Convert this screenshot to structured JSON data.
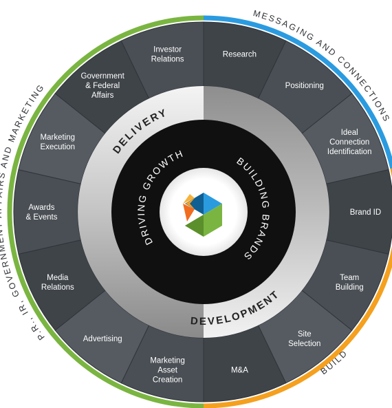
{
  "outer_labels": {
    "left": "P.R., IR, GOVERNMENT AFFAIRS AND MARKETING",
    "top_right": "MESSAGING AND CONNECTIONS",
    "bottom_right": "BUILD"
  },
  "ring_labels": {
    "delivery": "DELIVERY",
    "development": "DEVELOPMENT"
  },
  "core_labels": {
    "left": "DRIVING GROWTH",
    "right": "BUILDING BRANDS"
  },
  "colors": {
    "green": "#7ab541",
    "blue": "#2b9be0",
    "orange": "#f5a01e",
    "segment_dark": "#3f4449",
    "segment_mid": "#4a4f55",
    "segment_light": "#555b61",
    "core": "#101010"
  },
  "segments": [
    {
      "lines": [
        "Research"
      ]
    },
    {
      "lines": [
        "Positioning"
      ]
    },
    {
      "lines": [
        "Ideal",
        "Connection",
        "Identification"
      ]
    },
    {
      "lines": [
        "Brand ID"
      ]
    },
    {
      "lines": [
        "Team",
        "Building"
      ]
    },
    {
      "lines": [
        "Site",
        "Selection"
      ]
    },
    {
      "lines": [
        "M&A"
      ]
    },
    {
      "lines": [
        "Marketing",
        "Asset",
        "Creation"
      ]
    },
    {
      "lines": [
        "Advertising"
      ]
    },
    {
      "lines": [
        "Media",
        "Relations"
      ]
    },
    {
      "lines": [
        "Awards",
        "& Events"
      ]
    },
    {
      "lines": [
        "Marketing",
        "Execution"
      ]
    },
    {
      "lines": [
        "Government",
        "& Federal",
        "Affairs"
      ]
    },
    {
      "lines": [
        "Investor",
        "Relations"
      ]
    }
  ]
}
